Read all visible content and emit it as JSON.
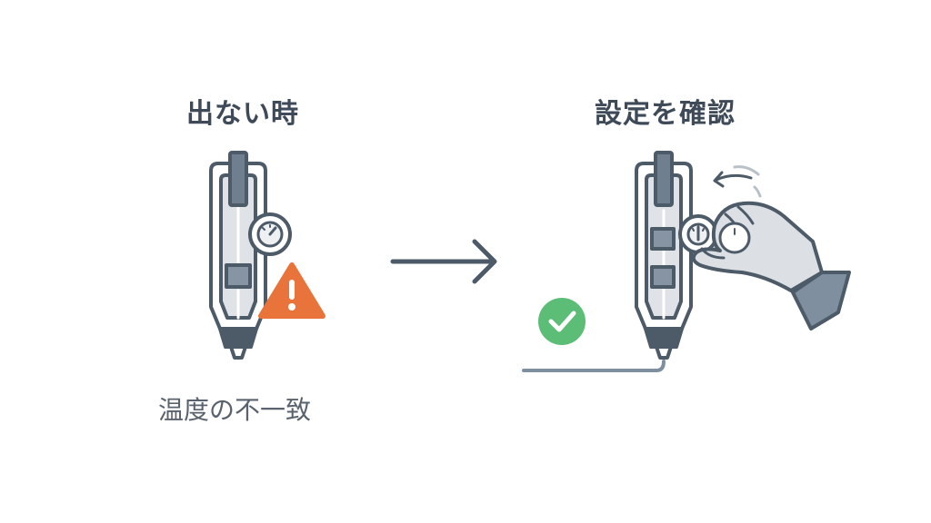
{
  "left_panel": {
    "title": "出ない時",
    "caption": "温度の不一致"
  },
  "right_panel": {
    "title": "設定を確認"
  },
  "icons": {
    "warning": "warning-triangle-icon",
    "success": "check-circle-icon",
    "arrow": "arrow-right-icon",
    "hand": "hand-turning-dial-icon",
    "device": "3d-pen-device-icon"
  },
  "colors": {
    "outline": "#4d5a68",
    "warning": "#e8743b",
    "success": "#5cbd77",
    "body_fill": "#ffffff",
    "inner_fill": "#dfe2e6",
    "sleeve": "#7f8fa0"
  }
}
